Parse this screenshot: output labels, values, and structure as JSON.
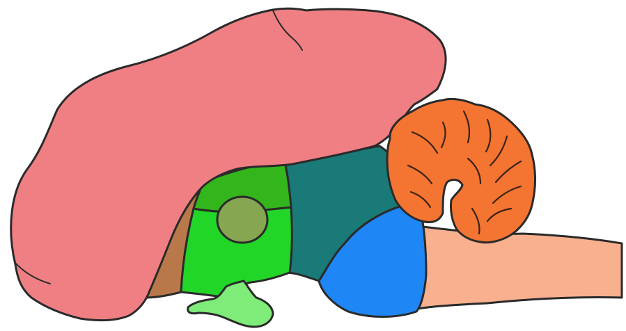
{
  "diagram": {
    "regions": [
      {
        "id": "cerebrum",
        "color": "#f07f84"
      },
      {
        "id": "cerebellum",
        "color": "#f47431"
      },
      {
        "id": "brainstem-medulla",
        "color": "#f9b08f"
      },
      {
        "id": "pons",
        "color": "#1e86f5"
      },
      {
        "id": "midbrain",
        "color": "#1a7a78"
      },
      {
        "id": "thalamus",
        "color": "#33b51c"
      },
      {
        "id": "hypothalamus",
        "color": "#22d628"
      },
      {
        "id": "thalamic-nucleus",
        "color": "#86a652"
      },
      {
        "id": "basal-forebrain",
        "color": "#b8784a"
      },
      {
        "id": "pituitary",
        "color": "#7fec79"
      }
    ]
  }
}
